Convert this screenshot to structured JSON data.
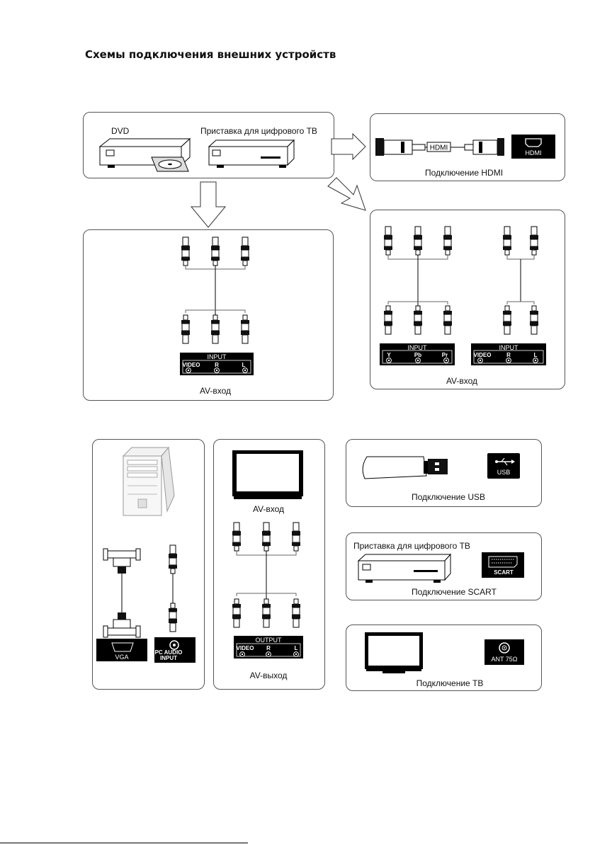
{
  "page_title": "Схемы подключения внешних устройств",
  "sources": {
    "dvd_label": "DVD",
    "stb_label": "Приставка для цифрового ТВ"
  },
  "hdmi": {
    "cable_label": "HDMI",
    "port_label": "HDMI",
    "caption": "Подключение HDMI"
  },
  "av_input_left": {
    "panel_title": "INPUT",
    "ports": [
      "VIDEO",
      "R",
      "L"
    ],
    "caption": "AV-вход"
  },
  "av_input_right": {
    "component_title": "INPUT",
    "component_ports": [
      "Y",
      "Pb",
      "Pr"
    ],
    "composite_title": "INPUT",
    "composite_ports": [
      "VIDEO",
      "R",
      "L"
    ],
    "caption": "AV-вход"
  },
  "pc": {
    "vga_label": "VGA",
    "audio_label_line1": "PC AUDIO",
    "audio_label_line2": "INPUT"
  },
  "av_output": {
    "tv_caption": "AV-вход",
    "panel_title": "OUTPUT",
    "ports": [
      "VIDEO",
      "R",
      "L"
    ],
    "caption": "AV-выход"
  },
  "usb": {
    "port_label": "USB",
    "caption": "Подключение USB"
  },
  "scart": {
    "device_label": "Приставка для цифрового ТВ",
    "port_label": "SCART",
    "caption": "Подключение SCART"
  },
  "tv": {
    "port_label": "ANT 75Ω",
    "caption": "Подключение ТВ"
  }
}
